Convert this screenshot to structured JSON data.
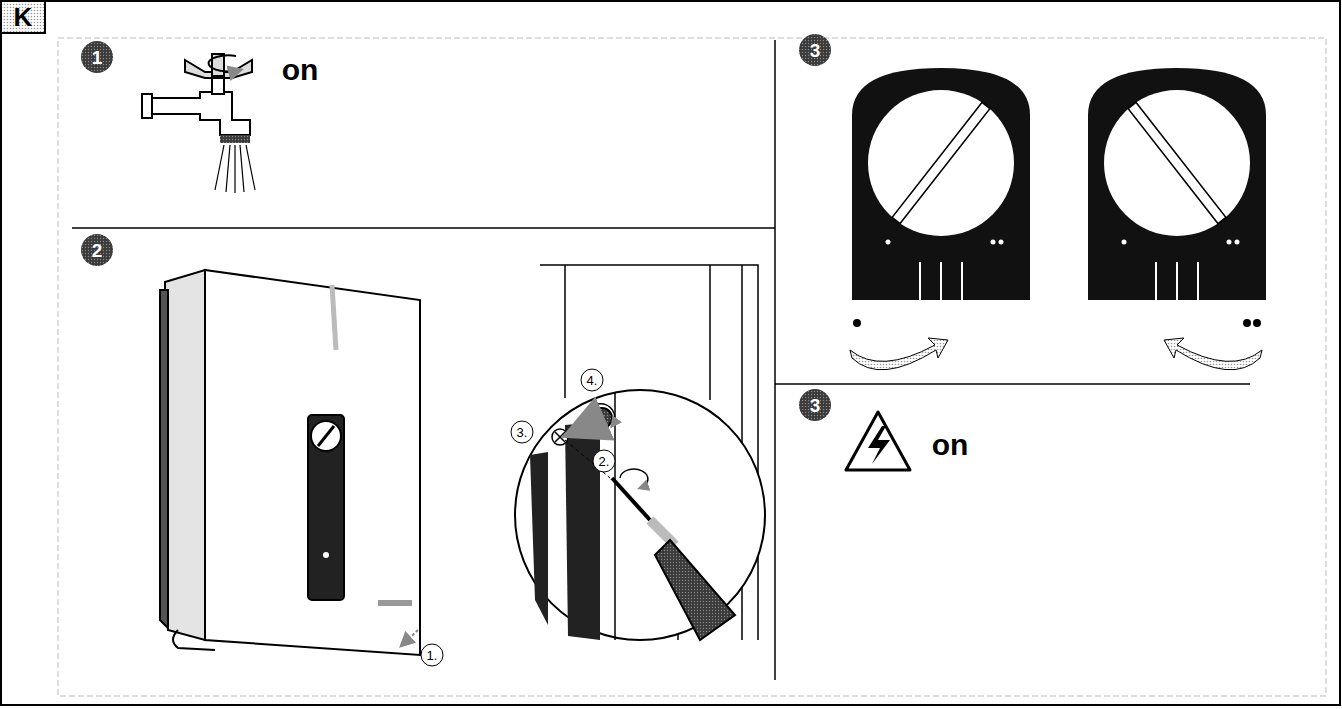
{
  "diagram": {
    "labels": [
      "K",
      "1",
      "on",
      "2",
      "1.",
      "2.",
      "3.",
      "4.",
      "3",
      "3",
      "on"
    ]
  }
}
